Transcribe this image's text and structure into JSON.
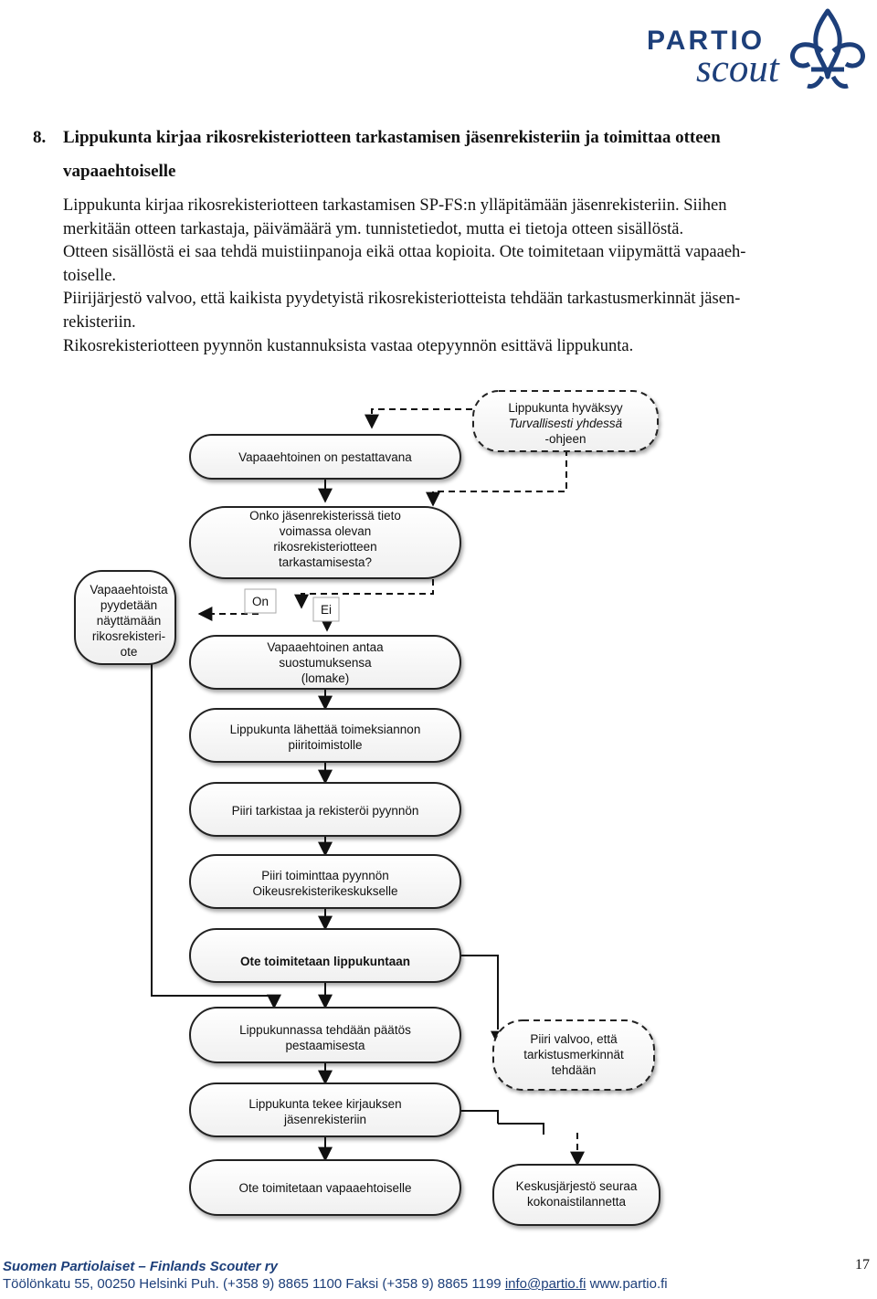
{
  "logo": {
    "line1": "PARTIO",
    "line2": "scout"
  },
  "section": {
    "number": "8.",
    "title_line1": "Lippukunta kirjaa rikosrekisteriotteen tarkastamisen jäsenrekisteriin ja toimittaa otteen",
    "title_line2": "vapaaehtoiselle"
  },
  "body_lines": [
    "Lippukunta kirjaa rikosrekisteriotteen tarkastamisen SP-FS:n ylläpitämään jäsenrekisteriin. Siihen",
    "merkitään otteen tarkastaja, päivämäärä ym. tunnistetiedot, mutta ei tietoja otteen sisällöstä.",
    "Otteen sisällöstä ei saa tehdä muistiinpanoja eikä ottaa kopioita. Ote toimitetaan viipymättä vapaaeh-",
    "toiselle.",
    "Piirijärjestö valvoo, että kaikista pyydetyistä rikosrekisteriotteista tehdään tarkastusmerkinnät jäsen-",
    "rekisteriin.",
    "Rikosrekisteriotteen pyynnön kustannuksista vastaa otepyynnön esittävä lippukunta."
  ],
  "flowchart": {
    "top_note": [
      "Lippukunta hyväksyy",
      "Turvallisesti yhdessä",
      "-ohjeen"
    ],
    "side_note": [
      "Vapaaehtoista",
      "pyydetään",
      "näyttämään",
      "rikosrekisteri-",
      "ote"
    ],
    "step1": [
      "Vapaaehtoinen on pestattavana"
    ],
    "decision": [
      "Onko jäsenrekisterissä tieto",
      "voimassa olevan",
      "rikosrekisteriotteen",
      "tarkastamisesta?"
    ],
    "label_yes": "On",
    "label_no": "Ei",
    "step3": [
      "Vapaaehtoinen antaa",
      "suostumuksensa",
      "(lomake)"
    ],
    "step4": [
      "Lippukunta lähettää toimeksiannon",
      "piiritoimistolle"
    ],
    "step5": [
      "Piiri tarkistaa ja rekisteröi pyynnön"
    ],
    "step6": [
      "Piiri toiminttaa pyynnön",
      "Oikeusrekisterikeskukselle"
    ],
    "step7": [
      "Ote toimitetaan lippukuntaan"
    ],
    "step8": [
      "Lippukunnassa tehdään päätös",
      "pestaamisesta"
    ],
    "step9": [
      "Lippukunta tekee kirjauksen",
      "jäsenrekisteriin"
    ],
    "step10": [
      "Ote toimitetaan vapaaehtoiselle"
    ],
    "note_district": [
      "Piiri valvoo, että",
      "tarkistusmerkinnät",
      "tehdään"
    ],
    "note_central": [
      "Keskusjärjestö seuraa",
      "kokonaistilannetta"
    ]
  },
  "footer": {
    "org": "Suomen Partiolaiset – Finlands Scouter ry",
    "address": "Töölönkatu 55, 00250 Helsinki  Puh. (+358 9) 8865 1100  Faksi (+358 9) 8865 1199",
    "email": "info@partio.fi",
    "web": "www.partio.fi",
    "page": "17"
  },
  "colors": {
    "brand": "#1d3f7a",
    "box_fill": "#ffffff",
    "box_stroke": "#222222"
  }
}
